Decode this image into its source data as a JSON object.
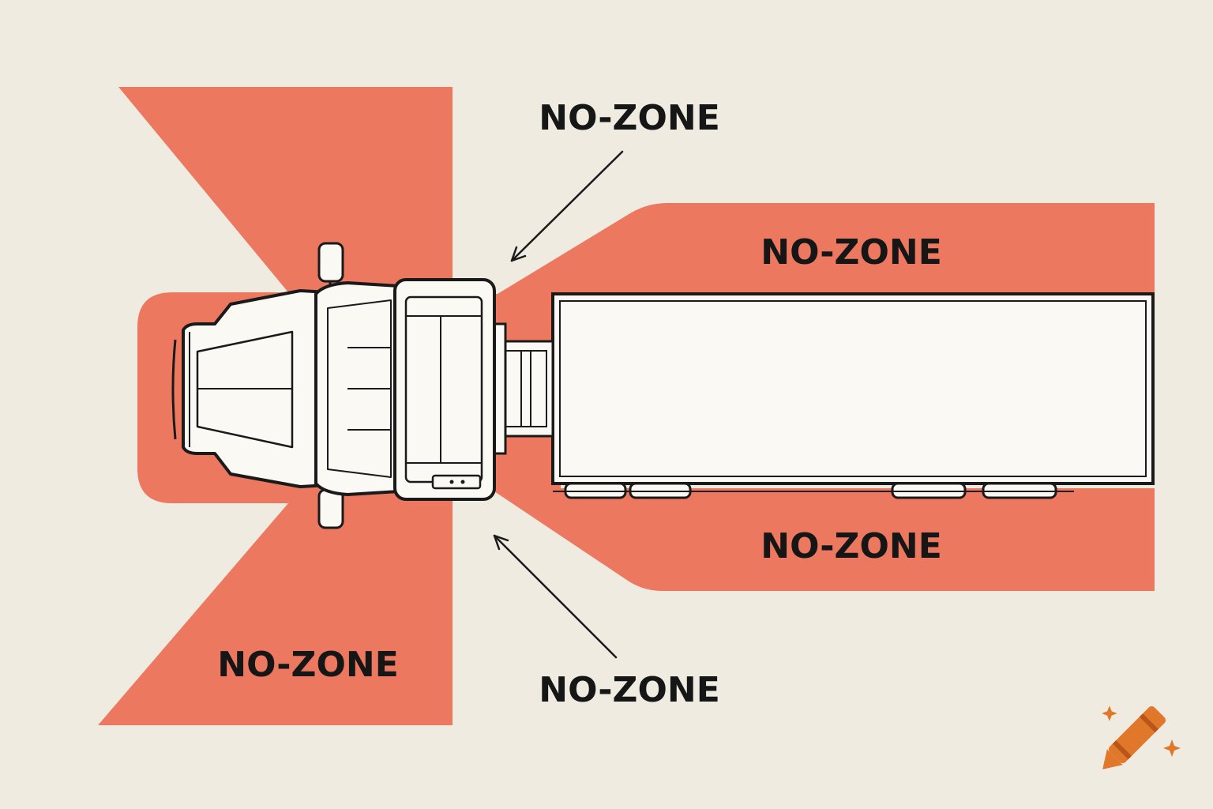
{
  "colors": {
    "background": "#efebe1",
    "no_zone": "#ec7860",
    "outline": "#1a1a1a",
    "vehicle_fill": "#fbf9f4",
    "logo": "#e0772a"
  },
  "labels": {
    "top": "NO-ZONE",
    "right_upper": "NO-ZONE",
    "right_lower": "NO-ZONE",
    "left_lower": "NO-ZONE",
    "bottom": "NO-ZONE"
  },
  "icons": {
    "logo": "crayon-icon"
  }
}
